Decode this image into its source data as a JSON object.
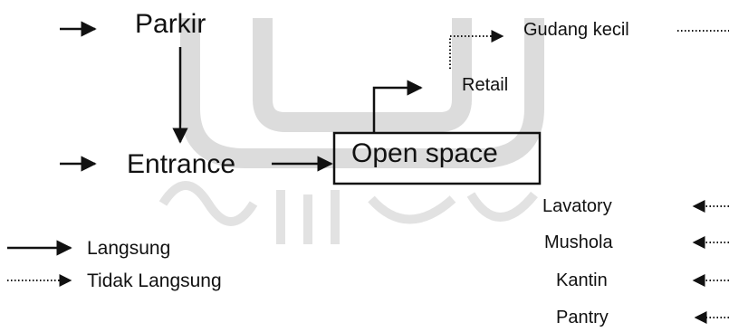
{
  "nodes": {
    "parkir": "Parkir",
    "entrance": "Entrance",
    "open_space": "Open space",
    "retail": "Retail",
    "gudang_kecil": "Gudang kecil",
    "lavatory": "Lavatory",
    "mushola": "Mushola",
    "kantin": "Kantin",
    "pantry": "Pantry"
  },
  "legend": {
    "direct": "Langsung",
    "indirect": "Tidak Langsung"
  },
  "edges": [
    {
      "from": "parkir",
      "to": "entrance",
      "type": "direct"
    },
    {
      "from": "entrance",
      "to": "open_space",
      "type": "direct"
    },
    {
      "from": "open_space",
      "to": "retail",
      "type": "direct"
    },
    {
      "from": "retail",
      "to": "gudang_kecil",
      "type": "indirect"
    }
  ],
  "colors": {
    "line": "#111111",
    "watermark": "#d9d9d9"
  }
}
